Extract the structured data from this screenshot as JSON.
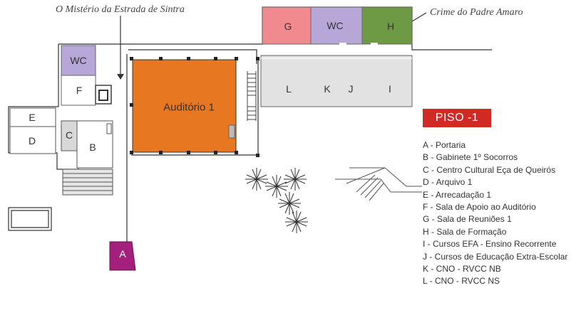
{
  "captions": {
    "left": "O Mistério da Estrada de Sintra",
    "right": "Crime do Padre Amaro"
  },
  "floor_badge": "PISO -1",
  "colors": {
    "auditorium": "#e87722",
    "meeting_room": "#f08a8f",
    "wc": "#b7a6d8",
    "training_room": "#6e9a45",
    "reception": "#a3217d",
    "classrooms": "#e2e2e2",
    "small_rooms": "#d8d8d8",
    "badge": "#d12a25"
  },
  "rooms": {
    "g": "G",
    "wc_top": "WC",
    "h": "H",
    "wc_left": "WC",
    "f": "F",
    "auditorio": "Auditório 1",
    "l": "L",
    "k": "K",
    "j": "J",
    "i": "I",
    "e": "E",
    "d": "D",
    "c": "C",
    "b": "B",
    "a": "A"
  },
  "legend": [
    "A - Portaria",
    "B - Gabinete 1º Socorros",
    "C - Centro Cultural Eça de Queirós",
    "D - Arquivo 1",
    "E - Arrecadação 1",
    "F - Sala de Apoio ao Auditório",
    "G - Sala de Reuniões 1",
    "H - Sala de Formação",
    "I - Cursos EFA - Ensino Recorrente",
    "J - Cursos de Educação Extra-Escolar",
    "K - CNO - RVCC NB",
    "L - CNO - RVCC NS"
  ]
}
